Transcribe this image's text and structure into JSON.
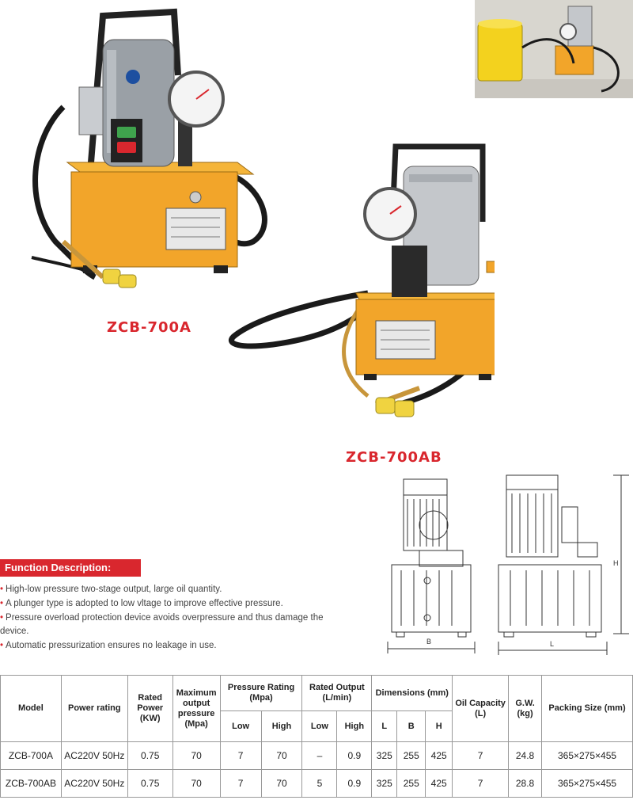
{
  "products": {
    "a_label": "ZCB-700A",
    "ab_label": "ZCB-700AB"
  },
  "dimension_drawing": {
    "b_label": "B",
    "l_label": "L",
    "h_label": "H"
  },
  "function": {
    "title": "Function Description:",
    "items": [
      "High-low pressure two-stage output,  large oil quantity.",
      "A plunger type is adopted to low vltage to improve effective pressure.",
      "Pressure overload protection device avoids overpressure and thus damage the device.",
      "Automatic pressurization ensures no leakage in use."
    ]
  },
  "table": {
    "headers": {
      "model": "Model",
      "power_rating": "Power rating",
      "rated_power": "Rated Power (KW)",
      "max_output": "Maximum output pressure (Mpa)",
      "pressure_rating": "Pressure Rating (Mpa)",
      "rated_output": "Rated Output (L/min)",
      "dimensions": "Dimensions (mm)",
      "oil_capacity": "Oil Capacity (L)",
      "gw": "G.W. (kg)",
      "packing": "Packing Size (mm)",
      "low": "Low",
      "high": "High",
      "l": "L",
      "b": "B",
      "h": "H"
    },
    "rows": [
      [
        "ZCB-700A",
        "AC220V 50Hz",
        "0.75",
        "70",
        "7",
        "70",
        "–",
        "0.9",
        "325",
        "255",
        "425",
        "7",
        "24.8",
        "365×275×455"
      ],
      [
        "ZCB-700AB",
        "AC220V 50Hz",
        "0.75",
        "70",
        "7",
        "70",
        "5",
        "0.9",
        "325",
        "255",
        "425",
        "7",
        "28.8",
        "365×275×455"
      ]
    ]
  },
  "colors": {
    "accent_red": "#d9272e",
    "pump_yellow": "#f2a52a",
    "motor_gray": "#9aa0a6"
  }
}
